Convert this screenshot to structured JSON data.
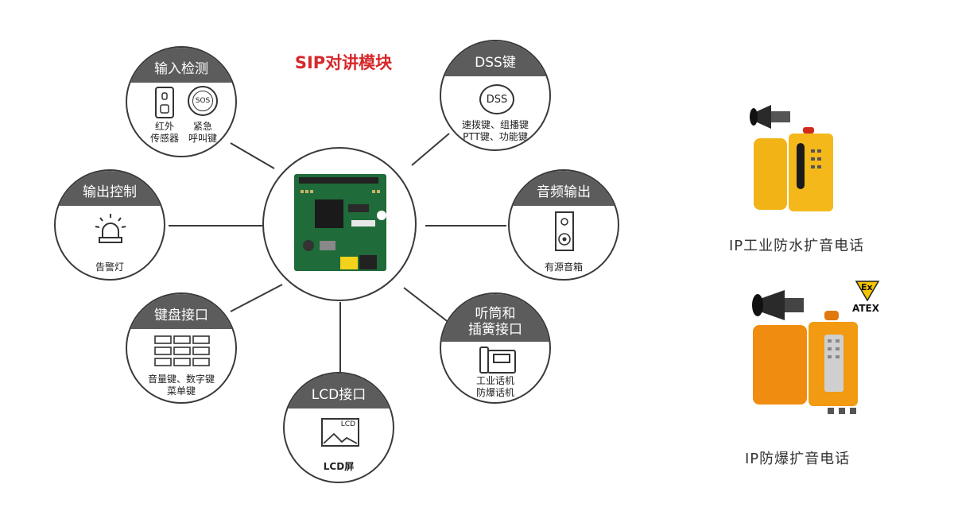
{
  "title": "SIP对讲模块",
  "nodes": {
    "input_detect": {
      "caption": "输入检测",
      "items": [
        {
          "line1": "红外",
          "line2": "传感器"
        },
        {
          "line1": "紧急",
          "line2": "呼叫键"
        }
      ],
      "sos": "SOS"
    },
    "output_control": {
      "caption": "输出控制",
      "label": "告警灯"
    },
    "keyboard": {
      "caption": "键盘接口",
      "label1": "音量键、数字键",
      "label2": "菜单键"
    },
    "lcd": {
      "caption": "LCD接口",
      "label": "LCD屏",
      "icon_text": "LCD"
    },
    "dss": {
      "caption": "DSS键",
      "icon_text": "DSS",
      "label1": "速拨键、组播键",
      "label2": "PTT键、功能键"
    },
    "audio": {
      "caption": "音频输出",
      "label": "有源音箱"
    },
    "handset": {
      "caption1": "听筒和",
      "caption2": "插簧接口",
      "label1": "工业话机",
      "label2": "防爆话机"
    }
  },
  "products": [
    {
      "name": "IP工业防水扩音电话"
    },
    {
      "name": "IP防爆扩音电话",
      "badge_symbol": "Ex",
      "badge_text": "ATEX"
    }
  ]
}
